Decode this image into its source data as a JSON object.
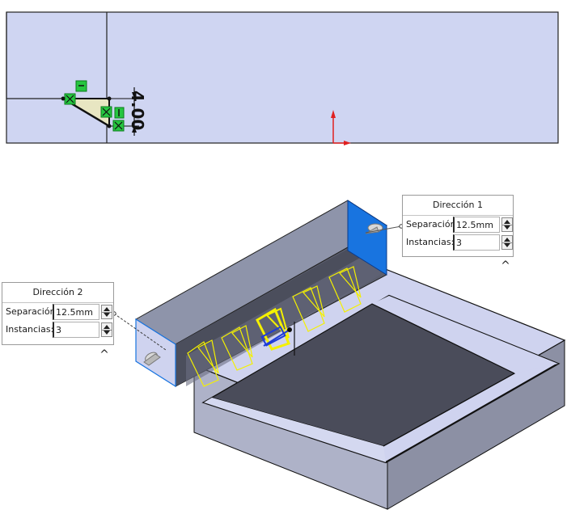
{
  "sketch": {
    "dimension_text": "4.00"
  },
  "callout_dir1": {
    "title": "Dirección 1",
    "spacing_label": "Separación:",
    "spacing_value": "12.5mm",
    "instances_label": "Instancias:",
    "instances_value": "3",
    "collapse_icon": "chevron-up-icon"
  },
  "callout_dir2": {
    "title": "Dirección 2",
    "spacing_label": "Separación:",
    "spacing_value": "12.5mm",
    "instances_label": "Instancias:",
    "instances_value": "3",
    "collapse_icon": "chevron-up-icon"
  },
  "colors": {
    "sketch_plane": "#cfd5f2",
    "model_top": "#8e94aa",
    "model_side": "#cfd3ef",
    "model_dark": "#4a4c5a",
    "selected_face": "#1874e0",
    "preview": "#f4f000",
    "constraint": "#26c640",
    "origin": "#e02020"
  }
}
